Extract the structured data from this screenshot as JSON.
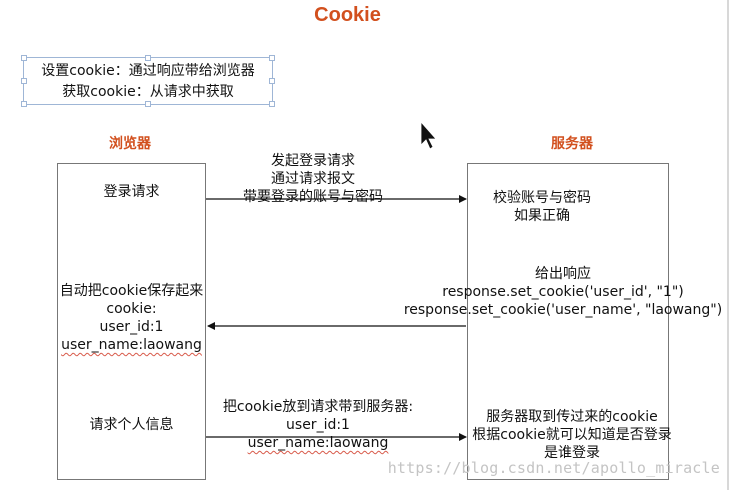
{
  "title": "Cookie",
  "note": {
    "line1": "设置cookie：通过响应带给浏览器",
    "line2": "获取cookie：从请求中获取"
  },
  "lanes": {
    "browser": "浏览器",
    "server": "服务器"
  },
  "browser_steps": {
    "login": "登录请求",
    "save_line1": "自动把cookie保存起来",
    "save_line2": "cookie:",
    "save_line3": "user_id:1",
    "save_line4": "user_name:laowang",
    "request_info": "请求个人信息"
  },
  "server_steps": {
    "verify_line1": "校验账号与密码",
    "verify_line2": "如果正确",
    "respond_line1": "给出响应",
    "respond_line2": "response.set_cookie('user_id', \"1\")",
    "respond_line3": "response.set_cookie('user_name', \"laowang\")",
    "final_line1": "服务器取到传过来的cookie",
    "final_line2": "根据cookie就可以知道是否登录",
    "final_line3": "是谁登录"
  },
  "arrows": {
    "login_line1": "发起登录请求",
    "login_line2": "通过请求报文",
    "login_line3": "带要登录的账号与密码",
    "send_line1": "把cookie放到请求带到服务器:",
    "send_line2": "user_id:1",
    "send_line3": "user_name:laowang"
  },
  "watermark": "https://blog.csdn.net/apollo_miracle",
  "colors": {
    "accent": "#d2501e",
    "underline": "#d85a4a",
    "border": "#777777"
  }
}
